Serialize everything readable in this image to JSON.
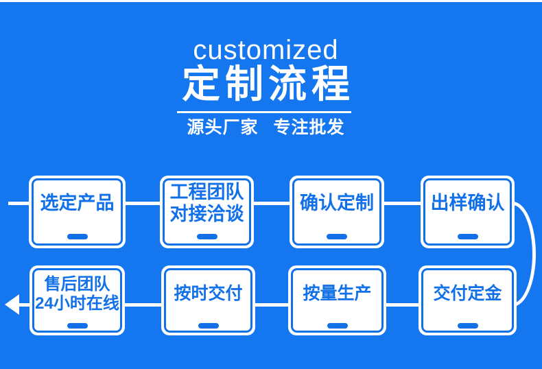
{
  "colors": {
    "background": "#1577F0",
    "accent": "#1270E9",
    "white": "#FFFFFF"
  },
  "header": {
    "eyebrow": "customized",
    "title": "定制流程",
    "subtitle": "源头厂家 专注批发"
  },
  "flow": {
    "row1": [
      {
        "label": "选定产品"
      },
      {
        "label": "工程团队\n对接洽谈"
      },
      {
        "label": "确认定制"
      },
      {
        "label": "出样确认"
      }
    ],
    "row2": [
      {
        "label": "售后团队\n24小时在线"
      },
      {
        "label": "按时交付"
      },
      {
        "label": "按量生产"
      },
      {
        "label": "交付定金"
      }
    ]
  }
}
